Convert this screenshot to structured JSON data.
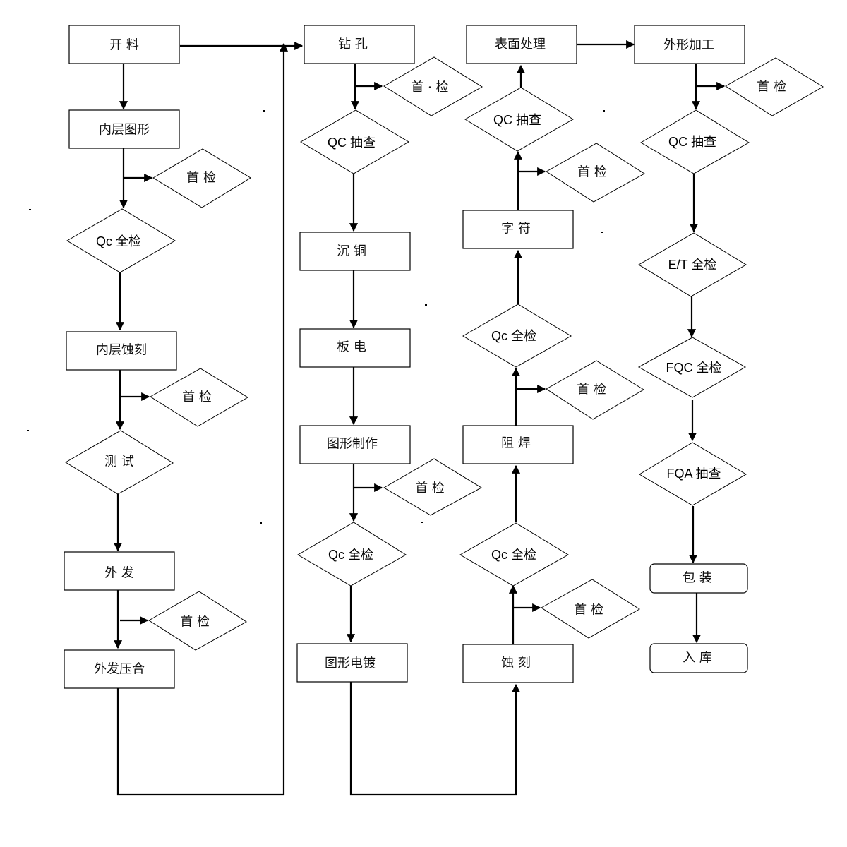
{
  "diagram": {
    "type": "flowchart",
    "title": "",
    "colors": {
      "stroke": "#000000",
      "fill": "#ffffff",
      "text": "#111111"
    },
    "nodes": {
      "kailiao": "开  料",
      "neiceng_tuxing": "内层图形",
      "shoujian_1": "首  检",
      "qc_quanjian_1": "Qc 全检",
      "neiceng_shike": "内层蚀刻",
      "shoujian_2": "首  检",
      "ceshi": "测  试",
      "waifa": "外  发",
      "shoujian_3": "首  检",
      "waifa_yahe": "外发压合",
      "zuankong": "钻  孔",
      "shoujian_4": "首 · 检",
      "qc_choucha_1": "QC 抽查",
      "chentong": "沉  铜",
      "bandian": "板  电",
      "tuxing_zhizuo": "图形制作",
      "shoujian_5": "首  检",
      "qc_quanjian_2": "Qc 全检",
      "tuxing_diandu": "图形电镀",
      "shike": "蚀  刻",
      "shoujian_6": "首  检",
      "qc_quanjian_3": "Qc 全检",
      "zuhan": "阻  焊",
      "shoujian_7": "首  检",
      "qc_quanjian_4": "Qc 全检",
      "zifu": "字  符",
      "shoujian_8": "首  检",
      "qc_choucha_2": "QC 抽查",
      "biaomian_chuli": "表面处理",
      "waixing_jiagong": "外形加工",
      "shoujian_9": "首  检",
      "qc_choucha_3": "QC 抽查",
      "et_quanjian": "E/T 全检",
      "fqc_quanjian": "FQC 全检",
      "fqa_choucha": "FQA 抽查",
      "baozhuang": "包  装",
      "ruku": "入  库"
    },
    "edges": [
      [
        "kailiao",
        "neiceng_tuxing"
      ],
      [
        "kailiao",
        "zuankong"
      ],
      [
        "neiceng_tuxing",
        "shoujian_1"
      ],
      [
        "neiceng_tuxing",
        "qc_quanjian_1"
      ],
      [
        "qc_quanjian_1",
        "neiceng_shike"
      ],
      [
        "neiceng_shike",
        "shoujian_2"
      ],
      [
        "neiceng_shike",
        "ceshi"
      ],
      [
        "ceshi",
        "waifa"
      ],
      [
        "waifa",
        "shoujian_3"
      ],
      [
        "waifa",
        "waifa_yahe"
      ],
      [
        "waifa_yahe",
        "zuankong"
      ],
      [
        "zuankong",
        "shoujian_4"
      ],
      [
        "zuankong",
        "qc_choucha_1"
      ],
      [
        "qc_choucha_1",
        "chentong"
      ],
      [
        "chentong",
        "bandian"
      ],
      [
        "bandian",
        "tuxing_zhizuo"
      ],
      [
        "tuxing_zhizuo",
        "shoujian_5"
      ],
      [
        "tuxing_zhizuo",
        "qc_quanjian_2"
      ],
      [
        "qc_quanjian_2",
        "tuxing_diandu"
      ],
      [
        "tuxing_diandu",
        "shike"
      ],
      [
        "shike",
        "shoujian_6"
      ],
      [
        "shike",
        "qc_quanjian_3"
      ],
      [
        "qc_quanjian_3",
        "zuhan"
      ],
      [
        "zuhan",
        "shoujian_7"
      ],
      [
        "zuhan",
        "qc_quanjian_4"
      ],
      [
        "qc_quanjian_4",
        "zifu"
      ],
      [
        "zifu",
        "shoujian_8"
      ],
      [
        "zifu",
        "qc_choucha_2"
      ],
      [
        "qc_choucha_2",
        "biaomian_chuli"
      ],
      [
        "biaomian_chuli",
        "waixing_jiagong"
      ],
      [
        "waixing_jiagong",
        "shoujian_9"
      ],
      [
        "waixing_jiagong",
        "qc_choucha_3"
      ],
      [
        "qc_choucha_3",
        "et_quanjian"
      ],
      [
        "et_quanjian",
        "fqc_quanjian"
      ],
      [
        "fqc_quanjian",
        "fqa_choucha"
      ],
      [
        "fqa_choucha",
        "baozhuang"
      ],
      [
        "baozhuang",
        "ruku"
      ]
    ]
  }
}
